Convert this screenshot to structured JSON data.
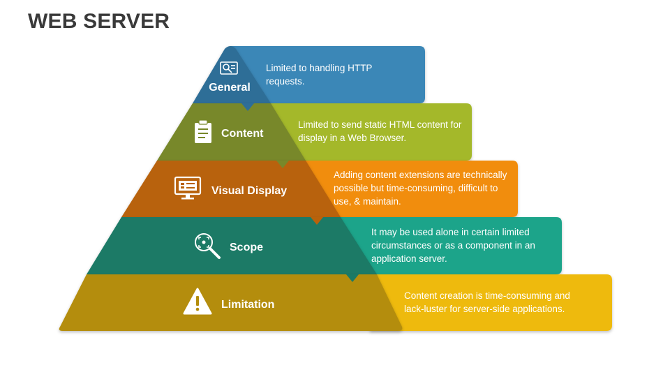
{
  "title": "WEB SERVER",
  "tiers": [
    {
      "label": "General",
      "icon": "web-settings-icon",
      "color": "#2e6e97",
      "box_color": "#3b87b7",
      "description": "Limited to handling HTTP requests."
    },
    {
      "label": "Content",
      "icon": "clipboard-icon",
      "color": "#78882a",
      "box_color": "#a4b82a",
      "description": "Limited to send static HTML content for display in a Web Browser."
    },
    {
      "label": "Visual Display",
      "icon": "monitor-icon",
      "color": "#b8620b",
      "box_color": "#f18d0e",
      "description": "Adding content extensions are technically possible but time-consuming, difficult to use, & maintain."
    },
    {
      "label": "Scope",
      "icon": "magnifier-target-icon",
      "color": "#1a7a66",
      "box_color": "#1ea48a",
      "description": "It may be used alone in certain limited circumstances or as a component in an application server."
    },
    {
      "label": "Limitation",
      "icon": "warning-icon",
      "color": "#b48d0c",
      "box_color": "#eeba10",
      "description": "Content creation is time-consuming and lack-luster for server-side applications."
    }
  ]
}
